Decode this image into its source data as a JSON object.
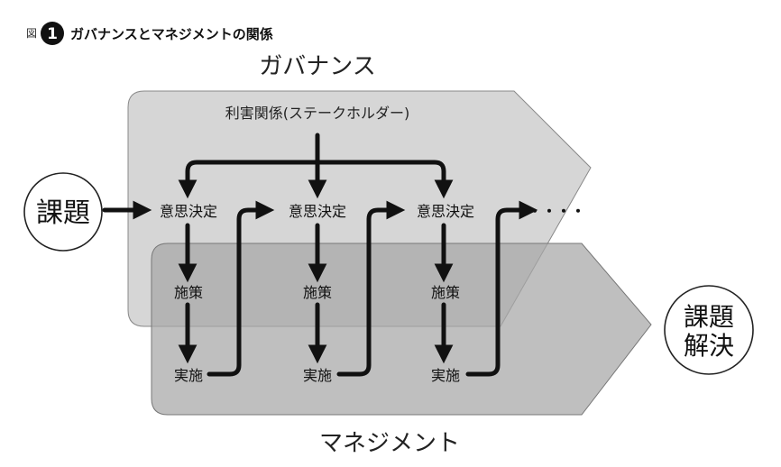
{
  "figure": {
    "label": "図",
    "number": "1",
    "title": "ガバナンスとマネジメントの関係"
  },
  "governance": {
    "label": "ガバナンス",
    "stakeholders": "利害関係(ステークホルダー)",
    "fill_color": "#d6d6d6"
  },
  "management": {
    "label": "マネジメント",
    "fill_color": "#a6a6a6"
  },
  "input": {
    "label": "課題"
  },
  "output": {
    "line1": "課題",
    "line2": "解決"
  },
  "stages": [
    {
      "decision": "意思決定",
      "measure": "施策",
      "execution": "実施"
    },
    {
      "decision": "意思決定",
      "measure": "施策",
      "execution": "実施"
    },
    {
      "decision": "意思決定",
      "measure": "施策",
      "execution": "実施"
    }
  ],
  "continuation": "・・・・"
}
